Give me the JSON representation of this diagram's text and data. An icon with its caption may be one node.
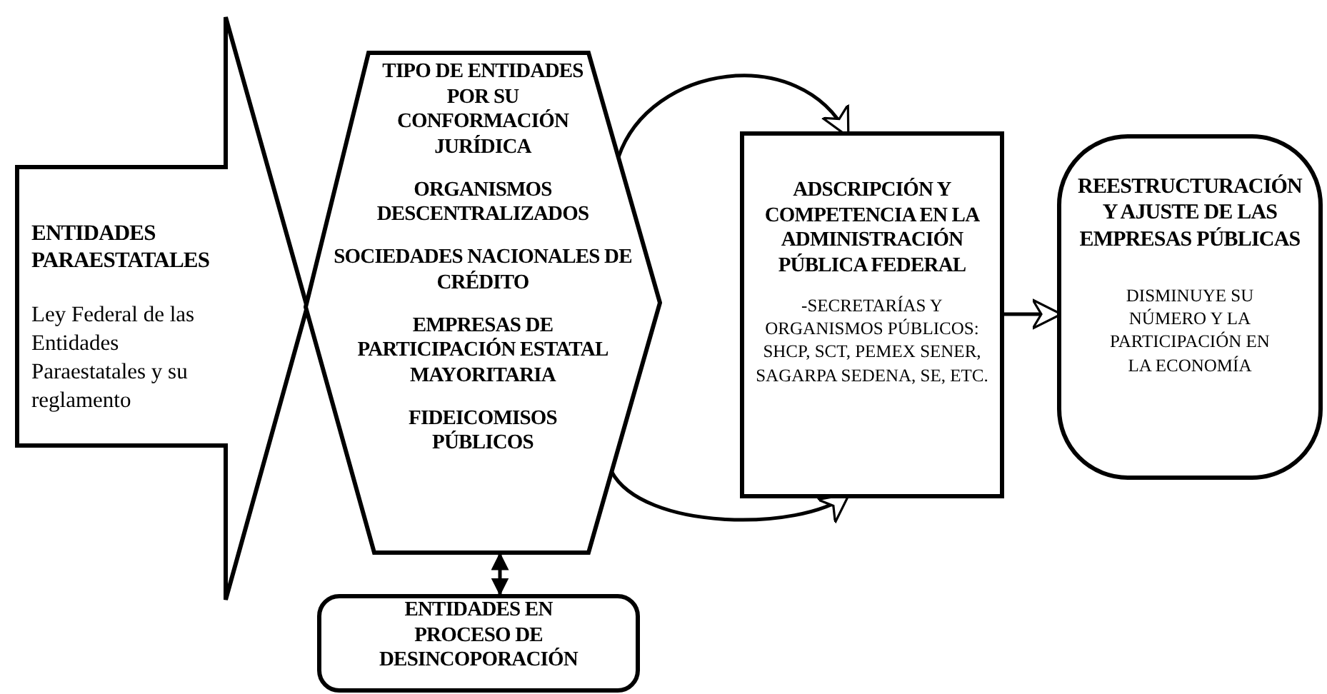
{
  "diagram": {
    "nodes": [
      {
        "text": [
          "ENTIDADES PARAESTATALES",
          "Ley Federal de las Entidades Paraestatales y su reglamento"
        ]
      },
      {
        "text": [
          "TIPO DE ENTIDADES POR SU CONFORMACIÓN JURÍDICA",
          "ORGANISMOS DESCENTRALIZADOS",
          "SOCIEDADES NACIONALES DE CRÉDITO",
          "EMPRESAS DE PARTICIPACIÓN ESTATAL MAYORITARIA",
          "FIDEICOMISOS PÚBLICOS"
        ]
      },
      {
        "text": [
          "ADSCRIPCIÓN Y COMPETENCIA EN LA ADMINISTRACIÓN PÚBLICA FEDERAL",
          "-SECRETARÍAS Y ORGANISMOS PÚBLICOS: SHCP, SCT, PEMEX SENER, SAGARPA SEDENA, SE, ETC."
        ]
      },
      {
        "text": [
          "REESTRUCTURACIÓN Y AJUSTE DE LAS EMPRESAS PÚBLICAS",
          "DISMINUYE SU NÚMERO Y LA PARTICIPACIÓN EN LA ECONOMÍA"
        ]
      },
      {
        "text": [
          "ENTIDADES EN PROCESO DE DESINCOPORACIÓN"
        ]
      }
    ],
    "edges": [
      {
        "from": 1,
        "to": 2,
        "arrow": "to"
      },
      {
        "from": 1,
        "to": 2,
        "arrow": "to"
      },
      {
        "from": 2,
        "to": 3,
        "arrow": "to"
      },
      {
        "from": 1,
        "to": 4,
        "arrow": "both"
      }
    ]
  }
}
